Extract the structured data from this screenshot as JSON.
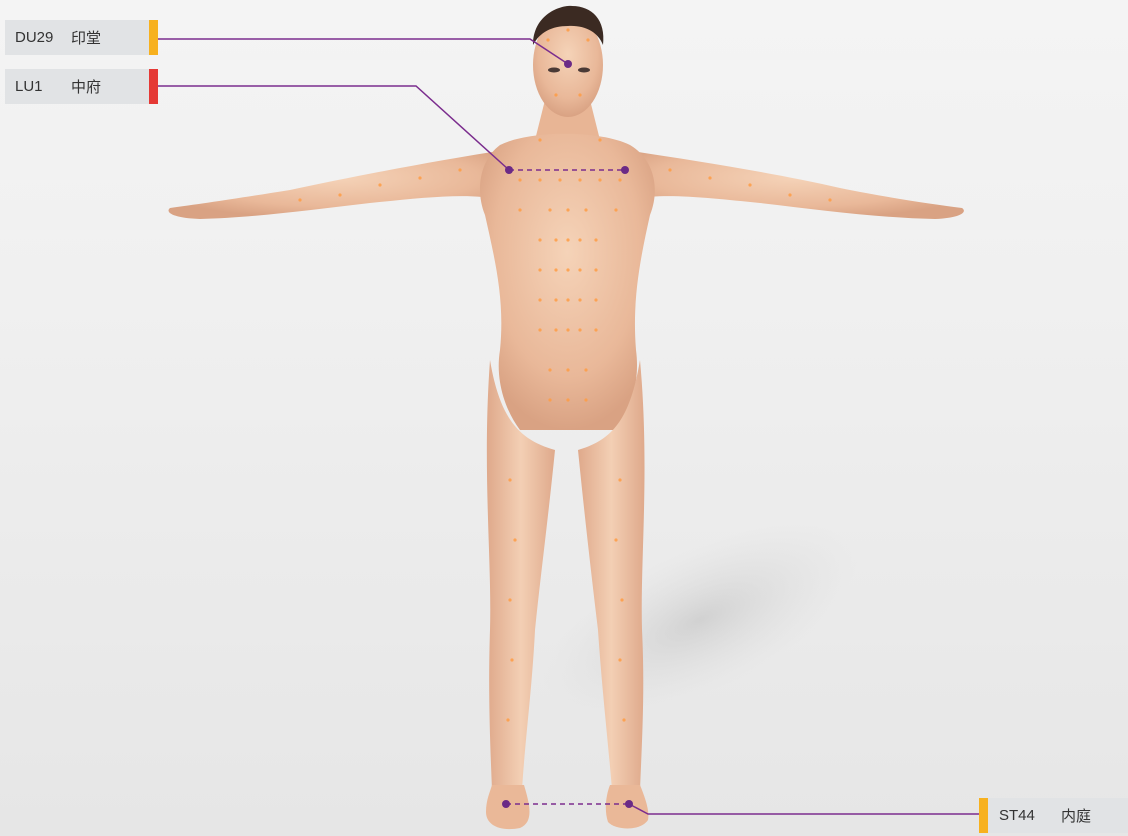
{
  "points": [
    {
      "code": "DU29",
      "name": "印堂",
      "color": "#f7b11f"
    },
    {
      "code": "LU1",
      "name": "中府",
      "color": "#e53935"
    },
    {
      "code": "ST44",
      "name": "内庭",
      "color": "#f7b11f"
    }
  ],
  "colors": {
    "leader_line": "#7b2d8e",
    "skin": "#f0c6a8",
    "acupoint_dot": "#ff9d45"
  }
}
